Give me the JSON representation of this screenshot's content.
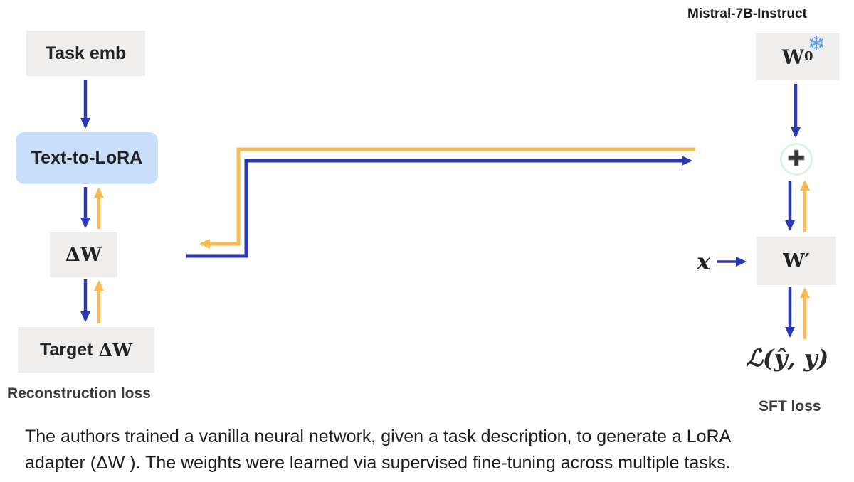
{
  "diagram": {
    "left_column": {
      "task_emb_label": "Task emb",
      "hypernet_label": "Text-to-LoRA",
      "delta_w_label": "ΔW",
      "target_label_prefix": "Target",
      "target_label_dw": "ΔW",
      "loss_label": "Reconstruction loss"
    },
    "right_column": {
      "model_title": "Mistral-7B-Instruct",
      "w0_base": "W",
      "w0_subscript": "0",
      "snowflake_icon": "❄",
      "plus_operator": "✚",
      "w_prime_label": "W′",
      "input_label": "x",
      "loss_math": "ℒ(ŷ, y)",
      "loss_label": "SFT loss"
    },
    "colors": {
      "forward_blue": "#2a38b2",
      "backward_yellow": "#f8bb51",
      "box_gray": "#efeeed",
      "box_blue": "#c9def8",
      "snowflake_blue": "#4f9bf3",
      "plus_ring_mint": "#d9f3e6"
    }
  },
  "caption": {
    "line1": "The authors trained a vanilla neural network, given a task description, to generate a LoRA",
    "line2": "adapter (ΔW ). The weights were learned via supervised fine-tuning across multiple tasks."
  }
}
